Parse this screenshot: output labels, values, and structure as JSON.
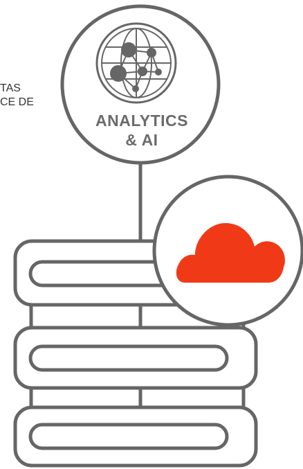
{
  "side_text": {
    "line1": "TAS",
    "line2": "CE DE"
  },
  "hub": {
    "icon": "globe-network-icon",
    "label_line1": "ANALYTICS",
    "label_line2": "& AI"
  },
  "cloud_badge": {
    "icon": "cloud-icon",
    "color": "#f03a17"
  },
  "server_stack": {
    "icon": "server-stack-icon",
    "units": 3
  },
  "colors": {
    "stroke": "#666666",
    "text": "#6b6b6b",
    "accent": "#f03a17"
  }
}
